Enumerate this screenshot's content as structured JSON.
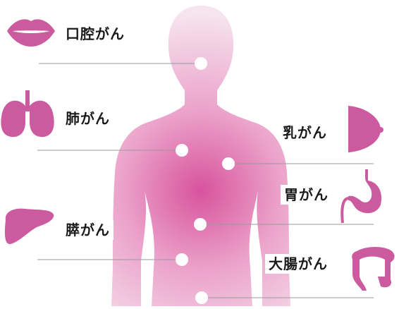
{
  "labels": {
    "oral": "口腔がん",
    "lung": "肺がん",
    "pancreas": "膵がん",
    "breast": "乳がん",
    "stomach": "胃がん",
    "colon": "大腸がん"
  },
  "colors": {
    "organ": "#cc5a9e",
    "body_center": "#d8539d",
    "body_mid": "#eba2ca",
    "body_edge": "#f6e4ee",
    "leader_line": "#9a9a9a",
    "marker": "#ffffff",
    "text": "#1a1a1a"
  },
  "icons": [
    "lips-icon",
    "lungs-icon",
    "liver-icon",
    "breast-icon",
    "stomach-icon",
    "colon-icon"
  ]
}
